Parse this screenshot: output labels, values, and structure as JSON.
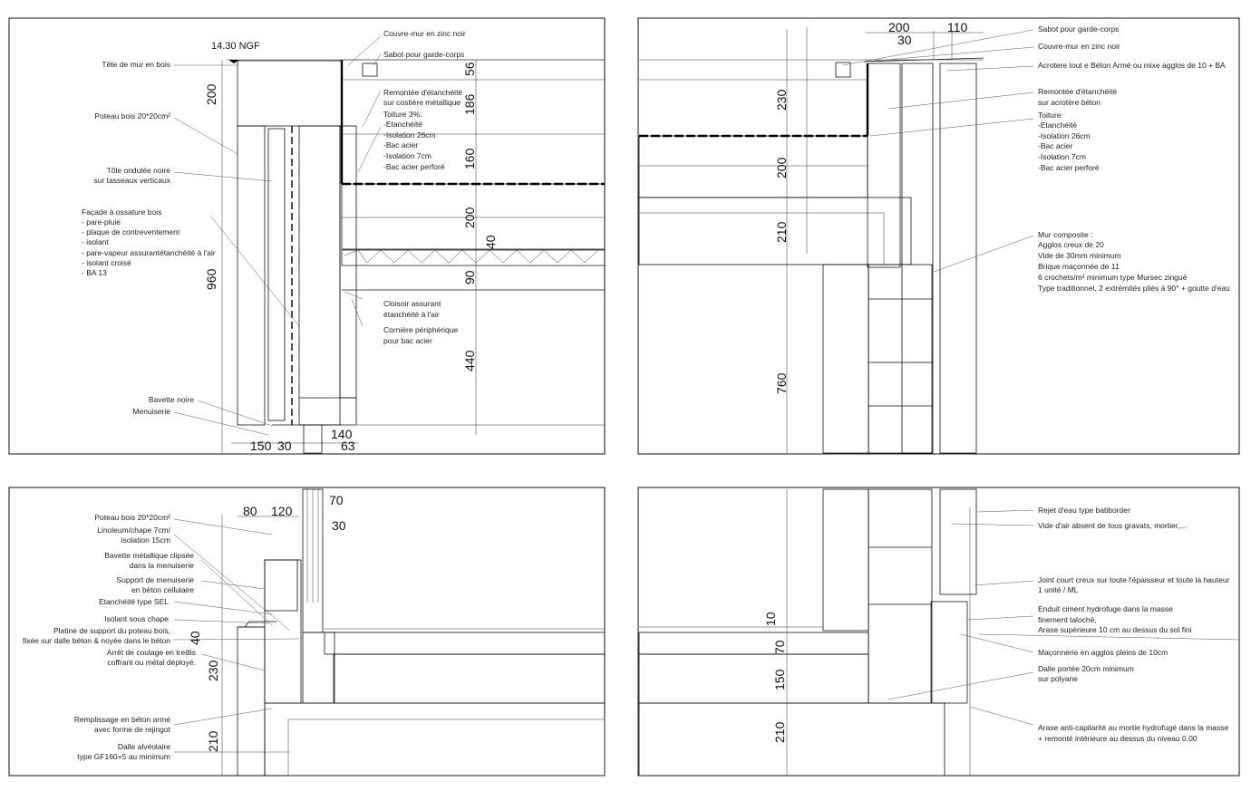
{
  "colors": {
    "line": "#111111",
    "background": "#ffffff"
  },
  "panels": {
    "p1": {
      "level": "14.30 NGF",
      "labels_left": [
        "Tête de mur en bois",
        "Poteau bois 20*20cm²",
        "Tôle ondulée noire",
        "sur tasseaux verticaux",
        "Façade à ossature bois",
        "- pare-pluie",
        "- plaque de contreventement",
        "- isolant",
        "- pare-vapeur assurantétanchéité à l'air",
        "- isolant croisé",
        "- BA 13",
        "Bavette noire",
        "Menuiserie"
      ],
      "labels_right": [
        "Couvre-mur en zinc noir",
        "Sabot pour garde-corps",
        "Remontée d'étanchéité",
        "sur costière métallique",
        "Toiture 3%:",
        "-Etanchéité",
        "-Isolation 26cm",
        "-Bac acier",
        "-Isolation 7cm",
        "-Bac acier perforé",
        "Cloisoir assurant",
        "étanchéité à l'air",
        "Cornière périphérique",
        "pour bac acier"
      ],
      "dims": [
        "200",
        "960",
        "56",
        "186",
        "160",
        "200",
        "40",
        "90",
        "440",
        "150",
        "30",
        "140",
        "63"
      ]
    },
    "p2": {
      "labels_right": [
        "Sabot pour garde-corps",
        "Couvre-mur en zinc noir",
        "Acrotere tout e Béton Armé ou mixe agglos de 10 + BA",
        "Remontée d'étanchéité",
        "sur acrotère béton",
        "Toiture:",
        "-Etanchéité",
        "-Isolation 26cm",
        "-Bac acier",
        "-Isolation 7cm",
        "-Bac acier perforé",
        "Mur composite :",
        "Agglos creux de 20",
        "Vide de 30mm minimum",
        "Brique maçonnée de 11",
        "6 crochets/m² minimum type Mursec zingué",
        "Type traditionnel, 2 extrémités pliés à 90° + goutte d'eau"
      ],
      "dims": [
        "200",
        "110",
        "30",
        "230",
        "200",
        "210",
        "760"
      ]
    },
    "p3": {
      "labels_left": [
        "Poteau bois 20*20cm²",
        "Linoleum/chape 7cm/",
        "isolation 15cm",
        "Bavette métallique clipsée",
        "dans la menuiserie",
        "Support de menuiserie",
        "en béton cellulaire",
        "Etanchéité type SEL",
        "Isolant sous chape",
        "Platine de support du poteau bois,",
        "fixée sur dalle béton & noyée dans le béton",
        "Arrêt de coulage en treillis",
        "coffrant ou métal déployé.",
        "Remplissage en béton armé",
        "avec forme de rejingot",
        "Dalle alvéolaire",
        "type GF160+5 au minimum"
      ],
      "dims": [
        "80",
        "120",
        "70",
        "30",
        "40",
        "230",
        "210"
      ]
    },
    "p4": {
      "labels_right": [
        "Rejet d'eau type batiborder",
        "Vide d'air absent de tous gravats, mortier,...",
        "Joint court creux sur toute l'épaisseur et toute la hauteur",
        "1 unité / ML",
        "Enduit ciment hydrofuge dans la masse",
        "finement taloché,",
        "Arase supérieure 10 cm au dessus du sol fini",
        "Maçonnerie en agglos pleins de 10cm",
        "Dalle portée 20cm minimum",
        "sur polyane",
        "Arase anti-capilarité au mortie hydrofugé dans la masse",
        "+ remonté intérieure au dessus du niveau 0.00"
      ],
      "dims": [
        "10",
        "70",
        "150",
        "210"
      ]
    }
  }
}
